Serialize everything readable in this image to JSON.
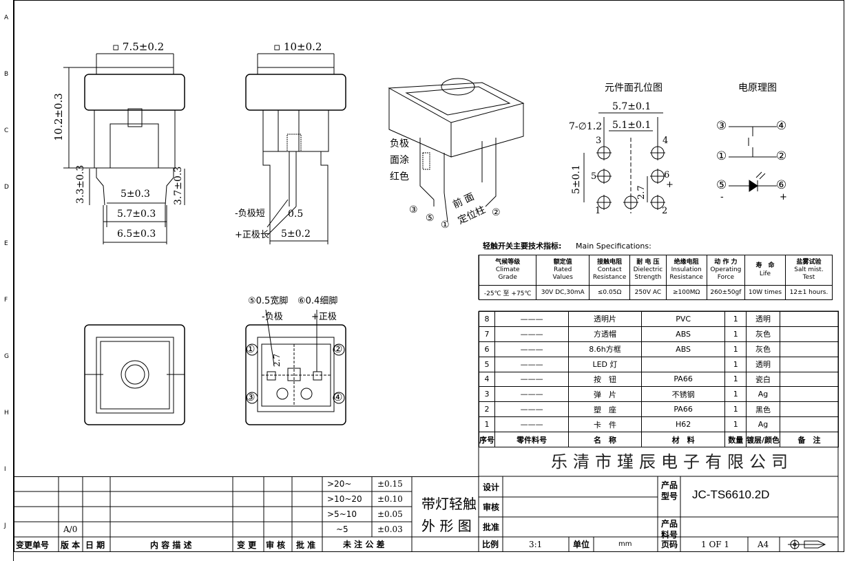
{
  "zone_letters": [
    "A",
    "B",
    "C",
    "D",
    "E",
    "F",
    "G",
    "H",
    "I",
    "J"
  ],
  "front_view": {
    "dim_top": "▫ 7.5±0.2",
    "dim_height": "10.2±0.3",
    "dim_left_pin": "3.3±0.3",
    "dim_right_pin": "3.7±0.3",
    "dim_5": "5±0.3",
    "dim_57": "5.7±0.3",
    "dim_65": "6.5±0.3"
  },
  "side_view": {
    "dim_top": "▫ 10±0.2",
    "neg_short": "-负极短",
    "pos_long": "+正极长",
    "dim_05": "0.5",
    "dim_5": "5±0.2"
  },
  "iso_view": {
    "neg_note_lines": [
      "负极",
      "面涂",
      "红色"
    ],
    "front_post": [
      "前 面",
      "定位柱"
    ],
    "pins": [
      "③",
      "⑤",
      "①",
      "②"
    ]
  },
  "hole_layout": {
    "title": "元件面孔位图",
    "dim_57": "5.7±0.1",
    "dim_51": "5.1±0.1",
    "holes": "7-∅1.2",
    "dim_5": "5±0.1",
    "dim_27": "2.7",
    "labels": [
      "3",
      "4",
      "5",
      "6",
      "1",
      "2",
      "+"
    ]
  },
  "schematic": {
    "title": "电原理图",
    "pins": [
      "③",
      "④",
      "①",
      "②",
      "⑤",
      "⑥"
    ],
    "minus": "-",
    "plus": "+"
  },
  "bottom_view": {
    "label_5": "⑤0.5宽脚",
    "label_6": "⑥0.4细脚",
    "neg": "-负极",
    "pos": "+正极",
    "dim_27": "2.7",
    "pins": [
      "①",
      "②",
      "③",
      "④"
    ]
  },
  "spec": {
    "title": "轻触开关主要技术指标:",
    "title_en": "Main Specifications:",
    "headers": [
      [
        "气候等级",
        "Climate",
        "Grade"
      ],
      [
        "额定值",
        "Rated",
        "Values"
      ],
      [
        "接触电阻",
        "Contact",
        "Resistance"
      ],
      [
        "耐 电 压",
        "Dielectric",
        "Strength"
      ],
      [
        "绝缘电阻",
        "Insulation",
        "Resistance"
      ],
      [
        "动 作 力",
        "Operating",
        "Force"
      ],
      [
        "寿　命",
        "Life",
        ""
      ],
      [
        "盐雾试验",
        "Salt mist.",
        "Test"
      ]
    ],
    "values": [
      "-25℃ 至 +75℃",
      "30V DC,30mA",
      "≤0.05Ω",
      "250V AC",
      "≥100MΩ",
      "260±50gf",
      "10W times",
      "12±1 hours."
    ]
  },
  "bom": {
    "rows": [
      [
        "8",
        "———",
        "透明片",
        "PVC",
        "1",
        "透明",
        ""
      ],
      [
        "7",
        "———",
        "方透帽",
        "ABS",
        "1",
        "灰色",
        ""
      ],
      [
        "6",
        "———",
        "8.6h方框",
        "ABS",
        "1",
        "灰色",
        ""
      ],
      [
        "5",
        "———",
        "LED 灯",
        "",
        "1",
        "透明",
        ""
      ],
      [
        "4",
        "———",
        "按　钮",
        "PA66",
        "1",
        "瓷白",
        ""
      ],
      [
        "3",
        "———",
        "弹　片",
        "不锈钢",
        "1",
        "Ag",
        ""
      ],
      [
        "2",
        "———",
        "塑　座",
        "PA66",
        "1",
        "黑色",
        ""
      ],
      [
        "1",
        "———",
        "卡　件",
        "H62",
        "1",
        "Ag",
        ""
      ]
    ],
    "header": [
      "序号",
      "零件料号",
      "名　称",
      "材　料",
      "数量",
      "镀层/颜色",
      "备　注"
    ]
  },
  "company": "乐清市瑾辰电子有限公司",
  "title_block": {
    "tolerances": [
      [
        ">20~",
        "±0.15"
      ],
      [
        ">10~20",
        "±0.10"
      ],
      [
        ">5~10",
        "±0.05"
      ],
      [
        "~5",
        "±0.03"
      ]
    ],
    "tol_label": "未 注 公 差",
    "drawing_name_1": "带灯轻触",
    "drawing_name_2": "外 形 图",
    "design": "设计",
    "check": "审核",
    "approve": "批准",
    "product_model_label": "产品\n型号",
    "product_model": "JC-TS6610.2D",
    "product_no_label": "产品\n料号",
    "scale_label": "比例",
    "scale": "3:1",
    "unit_label": "单位",
    "unit": "mm",
    "page_label": "页码",
    "page": "1 OF 1",
    "size": "A4",
    "rev_labels": [
      "变更单号",
      "版 本",
      "日 期",
      "内 容 描 述",
      "变 更",
      "审 核",
      "批 准"
    ],
    "rev_value": "A/0"
  }
}
